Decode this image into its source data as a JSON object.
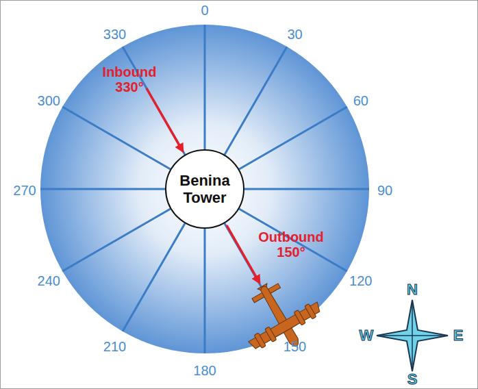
{
  "diagram": {
    "nodes": [
      {
        "text": [
          "Benina Tower"
        ]
      }
    ],
    "labels": [
      "0",
      "30",
      "60",
      "90",
      "120",
      "150",
      "180",
      "210",
      "240",
      "270",
      "300",
      "330",
      "Inbound 330°",
      "Outbound 150°",
      "N",
      "W",
      "E",
      "S"
    ]
  }
}
